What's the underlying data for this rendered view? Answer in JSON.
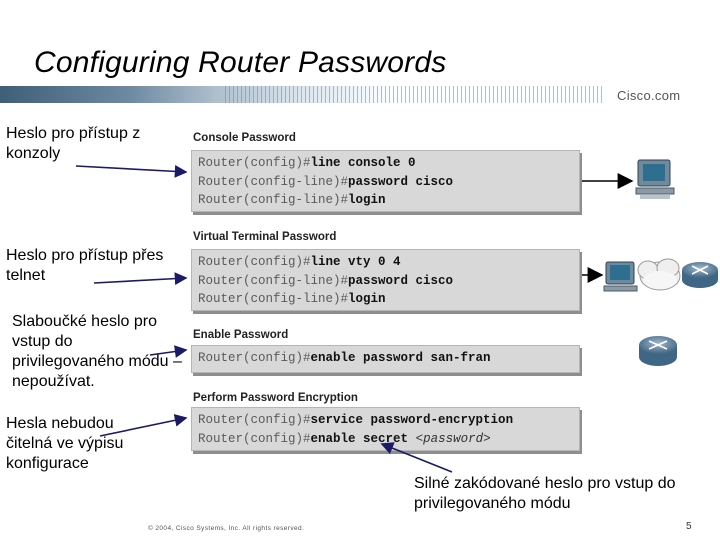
{
  "title": "Configuring Router Passwords",
  "brand": "Cisco.com",
  "left_notes": [
    "Heslo pro přístup z konzoly",
    "Heslo pro přístup přes telnet",
    "Slaboučké heslo pro vstup do privilegovaného módu – nepoužívat.",
    "Hesla nebudou čitelná ve výpisu konfigurace"
  ],
  "sections": [
    {
      "heading": "Console Password",
      "lines": [
        {
          "prompt": "Router(config)#",
          "command": "line console 0"
        },
        {
          "prompt": "Router(config-line)#",
          "command": "password cisco"
        },
        {
          "prompt": "Router(config-line)#",
          "command": "login"
        }
      ]
    },
    {
      "heading": "Virtual Terminal Password",
      "lines": [
        {
          "prompt": "Router(config)#",
          "command": "line vty 0 4"
        },
        {
          "prompt": "Router(config-line)#",
          "command": "password cisco"
        },
        {
          "prompt": "Router(config-line)#",
          "command": "login"
        }
      ]
    },
    {
      "heading": "Enable Password",
      "lines": [
        {
          "prompt": "Router(config)#",
          "command": "enable password san-fran"
        }
      ]
    },
    {
      "heading": "Perform Password Encryption",
      "lines": [
        {
          "prompt": "Router(config)#",
          "command": "service password-encryption"
        },
        {
          "prompt": "Router(config)#",
          "command": "enable secret ",
          "placeholder": "<password>"
        }
      ]
    }
  ],
  "bottom_note": "Silné zakódované heslo pro vstup do privilegovaného módu",
  "footer": "© 2004, Cisco Systems, Inc. All rights reserved.",
  "page_number": "5"
}
